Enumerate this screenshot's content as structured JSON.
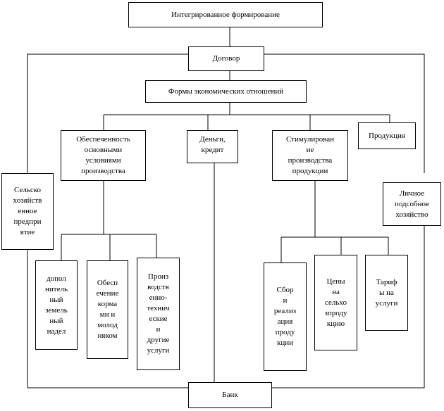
{
  "nodes": {
    "integrated": "Интегрированное формирование",
    "contract": "Договор",
    "forms": "Формы экономических отношений",
    "provision": "Обеспеченность\nосновными\nусловиями\nпроизводства",
    "money": "Деньги,\nкредит",
    "stimulation": "Стимулирован\nие\nпроизводства\nпродукции",
    "products": "Продукция",
    "agri_enterprise": "Сельско\nхозяйств\nенное\nпредпри\nятие",
    "household": "Личное\nподсобное\nхозяйство",
    "additional_land": "допол\nнитель\nный\nземель\nный\nнадел",
    "feed_supply": "Обесп\nечение\nкорма\nми и\nмолод\nняком",
    "production_services": "Произ\nводств\nенно-\nтехнич\nеские\nи\nдругие\nуслуги",
    "collection_sales": "Сбор\nи\nреализ\nация\nпроду\nкции",
    "prices": "Цены\nна\nсельхо\nзпроду\nкцию",
    "tariffs": "Тариф\nы на\nуслуги",
    "bank": "Банк"
  }
}
